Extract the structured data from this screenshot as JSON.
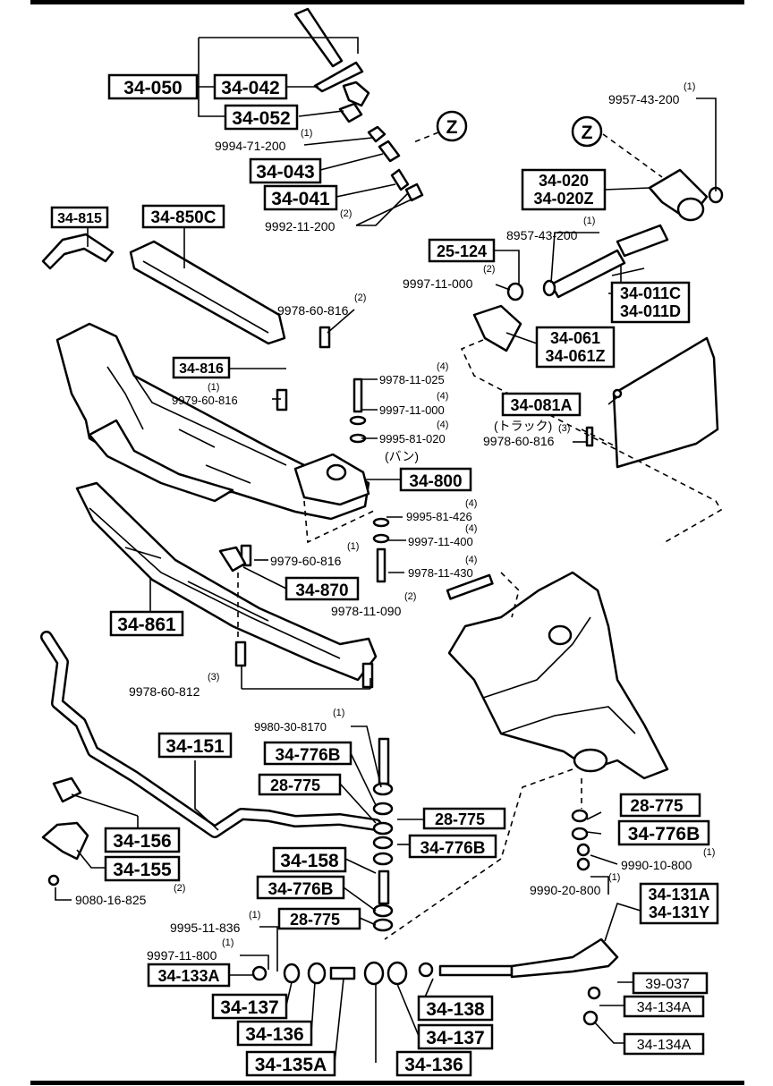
{
  "boxed_parts": {
    "b01": "34-050",
    "b02": "34-042",
    "b03": "34-052",
    "b04": "34-043",
    "b05": "34-041",
    "b06": "34-815",
    "b07": "34-850C",
    "b08": "34-020",
    "b09": "34-020Z",
    "b10": "25-124",
    "b11": "34-011C",
    "b12": "34-011D",
    "b13": "34-061",
    "b14": "34-061Z",
    "b15": "34-816",
    "b16": "34-081A",
    "b17": "34-800",
    "b18": "34-870",
    "b19": "34-861",
    "b20": "34-151",
    "b21": "34-776B",
    "b22": "28-775",
    "b23": "28-775",
    "b24": "34-776B",
    "b25": "34-158",
    "b26": "34-776B",
    "b27": "28-775",
    "b28": "34-156",
    "b29": "34-155",
    "b30": "34-133A",
    "b31": "34-137",
    "b32": "34-136",
    "b33": "34-135A",
    "b34": "34-136",
    "b35": "34-137",
    "b36": "34-138",
    "b37": "28-775",
    "b38": "34-776B",
    "b39": "34-131A",
    "b40": "34-131Y",
    "b41": "39-037",
    "b42": "34-134A",
    "b43": "34-134A"
  },
  "hardware_parts": {
    "h01": "9957-43-200",
    "h02": "9994-71-200",
    "h03": "9992-11-200",
    "h04": "8957-43-200",
    "h05": "9997-11-000",
    "h06": "9978-60-816",
    "h07": "9979-60-816",
    "h08": "9978-11-025",
    "h09": "9997-11-000",
    "h10": "9995-81-020",
    "h11": "9978-60-816",
    "h12": "9995-81-426",
    "h13": "9997-11-400",
    "h14": "9979-60-816",
    "h15": "9978-11-430",
    "h16": "9978-11-090",
    "h17": "9978-60-812",
    "h18": "9980-30-8170",
    "h19": "9990-10-800",
    "h20": "9990-20-800",
    "h21": "9080-16-825",
    "h22": "9995-11-836",
    "h23": "9997-11-800"
  },
  "quantities": {
    "q01": "(1)",
    "q02": "(1)",
    "q03": "(2)",
    "q04": "(1)",
    "q05": "(2)",
    "q06": "(2)",
    "q07": "(1)",
    "q08": "(4)",
    "q09": "(4)",
    "q10": "(4)",
    "q11": "(3)",
    "q12": "(4)",
    "q13": "(4)",
    "q14": "(1)",
    "q15": "(4)",
    "q16": "(2)",
    "q17": "(3)",
    "q18": "(1)",
    "q19": "(1)",
    "q20": "(1)",
    "q21": "(2)",
    "q22": "(1)",
    "q23": "(1)"
  },
  "annotations": {
    "ref_mark": "Z",
    "truck_note": "(トラック)",
    "van_note": "(バン)"
  }
}
